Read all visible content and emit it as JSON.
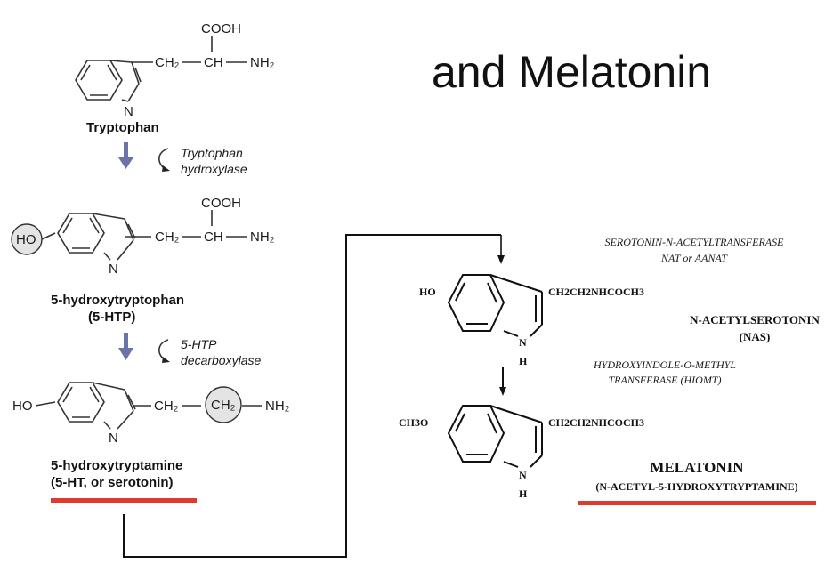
{
  "title": "and Melatonin",
  "left_pathway": {
    "tryptophan": {
      "cooh": "COOH",
      "ch2": "CH₂",
      "ch": "CH",
      "nh2": "NH₂",
      "n": "N",
      "name": "Tryptophan"
    },
    "enzyme1": {
      "line1": "Tryptophan",
      "line2": "hydroxylase"
    },
    "five_htp": {
      "ho": "HO",
      "cooh": "COOH",
      "ch2": "CH₂",
      "ch": "CH",
      "nh2": "NH₂",
      "n": "N",
      "name_line1": "5-hydroxytryptophan",
      "name_line2": "(5-HTP)"
    },
    "enzyme2": {
      "line1": "5-HTP",
      "line2": "decarboxylase"
    },
    "serotonin": {
      "ho": "HO",
      "ch2_a": "CH₂",
      "ch2_b": "CH₂",
      "nh2": "NH₂",
      "n": "N",
      "name_line1": "5-hydroxytryptamine",
      "name_line2": "(5-HT, or serotonin)"
    }
  },
  "right_pathway": {
    "enzyme1": {
      "line1": "SEROTONIN-N-ACETYLTRANSFERASE",
      "line2": "NAT or AANAT"
    },
    "nas": {
      "ho": "HO",
      "side_chain": "CH2CH2NHCOCH3",
      "n": "N",
      "h": "H",
      "name_line1": "N-ACETYLSEROTONIN",
      "name_line2": "(NAS)"
    },
    "enzyme2": {
      "line1": "HYDROXYINDOLE-O-METHYL",
      "line2": "TRANSFERASE (HIOMT)"
    },
    "melatonin": {
      "ch3o": "CH3O",
      "side_chain": "CH2CH2NHCOCH3",
      "n": "N",
      "h": "H",
      "name_line1": "MELATONIN",
      "name_line2": "(N-ACETYL-5-HYDROXYTRYPTAMINE)"
    }
  },
  "colors": {
    "underline": "#e03a2f",
    "arrow_blue": "#6a74a8",
    "highlight_circle": "#e4e4e4"
  }
}
